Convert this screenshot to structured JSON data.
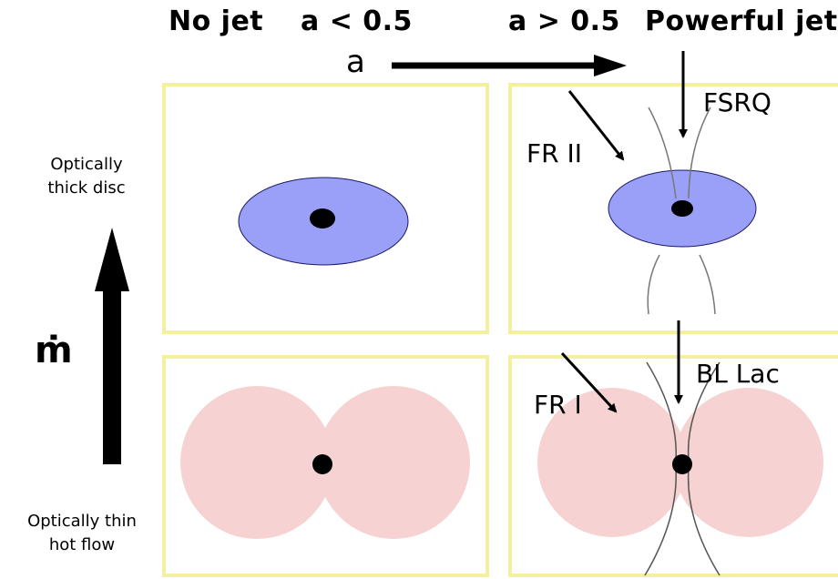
{
  "header": {
    "no_jet": "No jet",
    "spin_low": "a < 0.5",
    "spin_high": "a > 0.5",
    "powerful_jet": "Powerful jet"
  },
  "spin_axis": {
    "label": "a"
  },
  "accretion_axis": {
    "label": "ṁ"
  },
  "side_labels": {
    "top_line1": "Optically",
    "top_line2": "thick disc",
    "bottom_line1": "Optically thin",
    "bottom_line2": "hot flow"
  },
  "panels": {
    "top_right": {
      "label_left": "FR II",
      "label_top": "FSRQ"
    },
    "bottom_right": {
      "label_left": "FR I",
      "label_top": "BL Lac"
    }
  },
  "colors": {
    "panel_border": "#f5f0a0",
    "disc_fill": "#9aa0f8",
    "hot_flow_fill": "#f6d2d2",
    "black_hole": "#000000",
    "jet_line": "#777777"
  }
}
